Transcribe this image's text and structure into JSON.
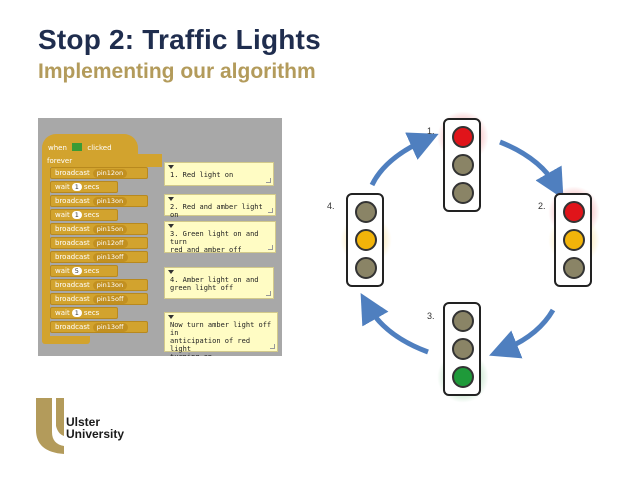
{
  "slide": {
    "title": "Stop 2: Traffic Lights",
    "subtitle": "Implementing our algorithm"
  },
  "scratch": {
    "hat_left": "when",
    "hat_right": "clicked",
    "forever": "forever",
    "blocks": [
      {
        "cmd": "broadcast",
        "arg": "pin12on"
      },
      {
        "cmd": "wait",
        "num": "1",
        "suffix": "secs"
      },
      {
        "cmd": "broadcast",
        "arg": "pin13on"
      },
      {
        "cmd": "wait",
        "num": "1",
        "suffix": "secs"
      },
      {
        "cmd": "broadcast",
        "arg": "pin15on"
      },
      {
        "cmd": "broadcast",
        "arg": "pin12off"
      },
      {
        "cmd": "broadcast",
        "arg": "pin13off"
      },
      {
        "cmd": "wait",
        "num": "5",
        "suffix": "secs"
      },
      {
        "cmd": "broadcast",
        "arg": "pin13on"
      },
      {
        "cmd": "broadcast",
        "arg": "pin15off"
      },
      {
        "cmd": "wait",
        "num": "1",
        "suffix": "secs"
      },
      {
        "cmd": "broadcast",
        "arg": "pin13off"
      }
    ],
    "notes": [
      {
        "line1": "1. Red light on",
        "line2": "",
        "line3": ""
      },
      {
        "line1": "2. Red and amber light on",
        "line2": "",
        "line3": ""
      },
      {
        "line1": "3. Green light on and turn",
        "line2": "red and amber off",
        "line3": ""
      },
      {
        "line1": "4. Amber light on and",
        "line2": "green light off",
        "line3": ""
      },
      {
        "line1": "Now turn amber light off in",
        "line2": "anticipation of red light",
        "line3": "turning on"
      }
    ]
  },
  "lights": [
    {
      "label": "1.",
      "states": [
        "red",
        "off",
        "off"
      ]
    },
    {
      "label": "2.",
      "states": [
        "red",
        "amber",
        "off"
      ]
    },
    {
      "label": "3.",
      "states": [
        "off",
        "off",
        "green"
      ]
    },
    {
      "label": "4.",
      "states": [
        "off",
        "amber",
        "off"
      ]
    }
  ],
  "colors": {
    "title": "#1f2d4e",
    "subtitle": "#b39b5b",
    "red": "#e0141a",
    "amber": "#f2b40a",
    "green": "#1f9a3a",
    "off": "#8a8466",
    "arrow": "#4f7fbf",
    "scratch_block": "#d2a32e",
    "logo_gold": "#b39b5b"
  },
  "logo": {
    "line1": "Ulster",
    "line2": "University"
  }
}
